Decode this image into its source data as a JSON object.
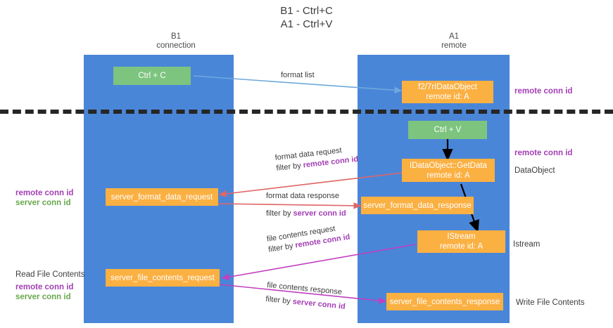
{
  "title": "B1 - Ctrl+C\nA1 - Ctrl+V",
  "columns": {
    "left": {
      "header": "B1\nconnection"
    },
    "right": {
      "header": "A1\nremote"
    }
  },
  "colors": {
    "lane": "#4a86d8",
    "node_green": "#7dc47f",
    "node_orange": "#fbb042",
    "remote_conn_id": "#a23fb4",
    "server_conn_id": "#6aa84f",
    "divider": "#262626",
    "arrow_format_list": "#6fa8dc",
    "arrow_format_data": "#e06666",
    "arrow_file_contents": "#c13fc1",
    "arrow_internal": "#000000"
  },
  "nodes": {
    "ctrl_c": "Ctrl + C",
    "idataobject": "f2/7rIDataObject\nremote id: A",
    "ctrl_v": "Ctrl + V",
    "getdata": "IDataObject::GetData\nremote id: A",
    "server_format_data_request": "server_format_data_request",
    "server_format_data_response": "server_format_data_response",
    "istream": "IStream\nremote id: A",
    "server_file_contents_request": "server_file_contents_request",
    "server_file_contents_response": "server_file_contents_response"
  },
  "edges": {
    "format_list": "format list",
    "format_data_request": "format data request",
    "format_data_request_filter_prefix": "filter by ",
    "format_data_request_filter_key": "remote conn id",
    "format_data_response": "format data response",
    "format_data_response_filter_prefix": "filter by ",
    "format_data_response_filter_key": "server conn id",
    "file_contents_request": "file contents request",
    "file_contents_request_filter_prefix": "filter by ",
    "file_contents_request_filter_key": "remote conn id",
    "file_contents_response": "file contents response",
    "file_contents_response_filter_prefix": "filter by ",
    "file_contents_response_filter_key": "server conn id"
  },
  "annotations": {
    "right_top_remote_conn_id": "remote conn id",
    "right_mid_remote_conn_id": "remote conn id",
    "right_dataobject": "DataObject",
    "right_istream": "Istream",
    "right_write_file_contents": "Write File Contents",
    "left_remote_conn_id": "remote conn id",
    "left_server_conn_id": "server conn id",
    "left_read_file_contents": "Read File Contents",
    "left_remote_conn_id_2": "remote conn id",
    "left_server_conn_id_2": "server conn id"
  }
}
